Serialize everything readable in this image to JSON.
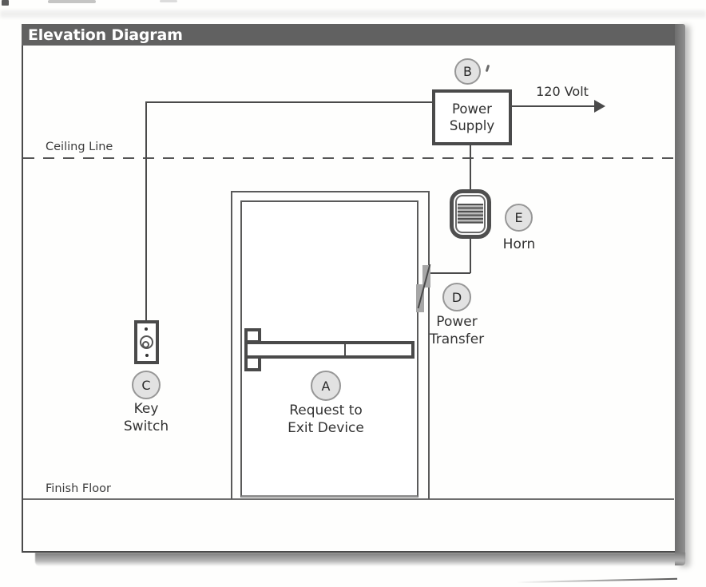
{
  "header": {
    "title": "Elevation Diagram"
  },
  "reference_lines": {
    "ceiling": "Ceiling Line",
    "floor": "Finish Floor"
  },
  "annotations": {
    "voltage_label": "120 Volt"
  },
  "devices": {
    "exit_device": {
      "tag": "A",
      "name_line1": "Request to",
      "name_line2": "Exit Device"
    },
    "power_supply": {
      "tag": "B",
      "name_line1": "Power",
      "name_line2": "Supply"
    },
    "key_switch": {
      "tag": "C",
      "name_line1": "Key",
      "name_line2": "Switch"
    },
    "power_transfer": {
      "tag": "D",
      "name_line1": "Power",
      "name_line2": "Transfer"
    },
    "horn": {
      "tag": "E",
      "name_line1": "Horn"
    }
  },
  "colors": {
    "header_bar": "#616161",
    "line": "#4a4a4a",
    "tag_circle_fill": "#e2e2e2",
    "tag_circle_border": "#979797"
  }
}
